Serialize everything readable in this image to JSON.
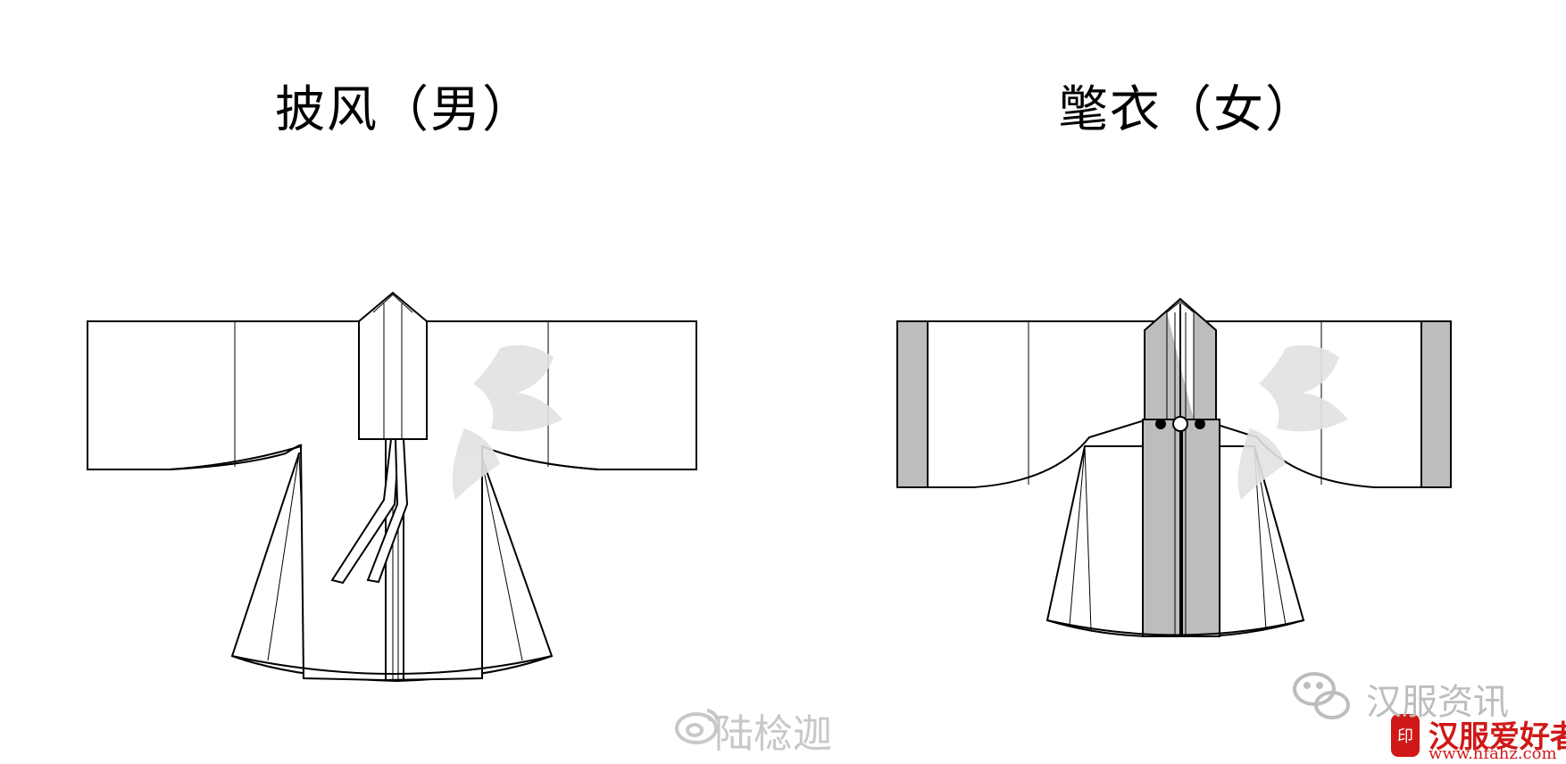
{
  "titles": {
    "left": "披风（男）",
    "right": "氅衣（女）"
  },
  "watermarks": {
    "weibo_handle": "陆棯迦",
    "wechat_name": "汉服资讯",
    "site_name": "汉服爱好者网",
    "site_url": "www.hfahz.com"
  },
  "icons": {
    "weibo": "weibo-icon",
    "wechat": "wechat-icon",
    "seal": "seal-stamp-icon"
  },
  "colors": {
    "line": "#000000",
    "trim_gray": "#bdbdbd",
    "fill": "#ffffff",
    "watermark": "#c8c8c8",
    "site_red": "#d01818"
  }
}
